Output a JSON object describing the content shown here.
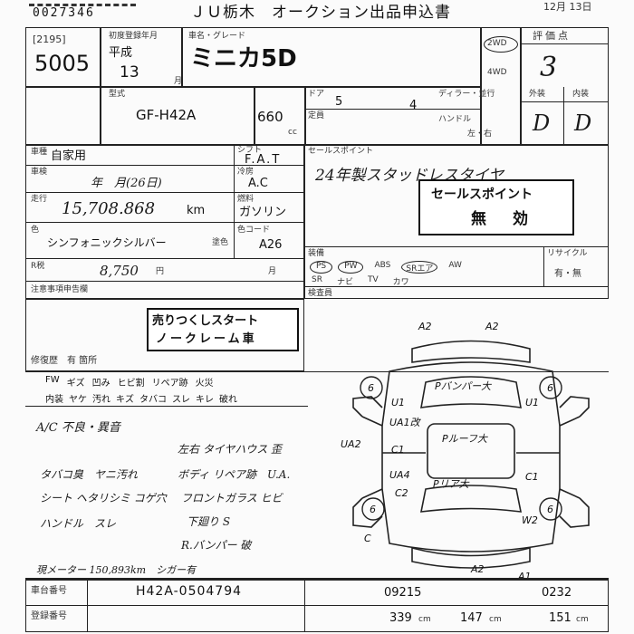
{
  "header": {
    "serial": "0027346",
    "title": "ＪＵ栃木　オークション出品申込書",
    "date_right": "12月 13日"
  },
  "lot": {
    "code": "[2195]",
    "number": "5005"
  },
  "first_reg": {
    "label": "初度登録年月",
    "era": "平成",
    "year": "13",
    "month_unit": "月"
  },
  "car_name": {
    "label": "車名・グレード",
    "value": "ミニカ5D"
  },
  "drive": {
    "two": "2WD",
    "four": "4WD"
  },
  "score": {
    "label": "評価点",
    "value": "3"
  },
  "model": {
    "label": "型式",
    "value": "GF-H42A"
  },
  "displacement": {
    "value": "660",
    "unit": "cc"
  },
  "doors": {
    "label": "ドア",
    "value": "5"
  },
  "seats": {
    "label": "定員",
    "value": "4"
  },
  "dealer_label": "ディラー・並行",
  "handle": {
    "label": "ハンドル",
    "value": "左・右"
  },
  "exterior_label": "外装",
  "interior_label": "内装",
  "ext_grade": "D",
  "int_grade": "D",
  "usage": {
    "label": "車種",
    "value": "自家用"
  },
  "shift": {
    "label": "シフト",
    "value": "F.A.T"
  },
  "inspection": {
    "label": "車検",
    "value": "年　月(26日)"
  },
  "ac": {
    "label": "冷房",
    "value": "A.C"
  },
  "mileage": {
    "label": "走行",
    "value": "15,708.868",
    "unit": "km"
  },
  "fuel": {
    "label": "燃料",
    "value": "ガソリン"
  },
  "color": {
    "label": "色",
    "value": "シンフォニックシルバー",
    "paint_label": "塗色",
    "code_label": "色コード",
    "code": "A26"
  },
  "tax": {
    "label": "R税",
    "value": "8,750",
    "unit": "円",
    "month": "月"
  },
  "notice_label": "注意事項申告欄",
  "sales_point_label": "セールスポイント",
  "sales_point_text": "24年製スタッドレスタイヤ",
  "sales_stamp": {
    "line1": "セールスポイント",
    "line2": "無　効"
  },
  "equipment": {
    "label": "装備",
    "row1": [
      "PS",
      "PW",
      "ABS",
      "SRエア"
    ],
    "row2": [
      "SR",
      "ナビ",
      "TV",
      "カワ"
    ],
    "aw": "AW",
    "recycle_label": "リサイクル",
    "recycle_value": "有・無"
  },
  "sell_stamp": {
    "line1": "売りつくしスタート",
    "line2": "ノークレーム車"
  },
  "repair_label": "修復歴",
  "repair_value": "有 箇所",
  "inspect_label": "検査員",
  "checklist": {
    "row1": [
      "FW",
      "ギズ",
      "凹み",
      "ヒビ割",
      "リペア跡",
      "火災"
    ],
    "row2": [
      "内装",
      "ヤケ",
      "汚れ",
      "キズ",
      "タバコ",
      "スレ",
      "キレ",
      "破れ"
    ]
  },
  "notes": [
    "A/C 不良・異音",
    "左右 タイヤハウス 歪",
    "タバコ臭　ヤニ汚れ",
    "ボディ リペア跡　U.A.",
    "シート ヘタリシミ コゲ穴",
    "フロントガラス ヒビ",
    "ハンドル　スレ",
    "下廻り S",
    "R.バンパー 破",
    "現メーター 150,893km　シガー有"
  ],
  "diagram_labels": {
    "a2_left": "A2",
    "a2_right": "A2",
    "p_large": "Pバンパー大",
    "ua1": "UA1改",
    "p_center": "Pルーフ大",
    "c1a": "C1",
    "c1b": "C1",
    "ua2": "UA2",
    "ua4": "UA4",
    "c2": "C2",
    "p_rear": "Pリア大",
    "u1a": "U1",
    "u1b": "U1",
    "w2": "W2",
    "a2_bottom": "A2",
    "a1": "A1",
    "c": "C",
    "tire1": "6",
    "tire2": "6",
    "tire3": "6",
    "tire4": "6"
  },
  "chassis": {
    "label": "車台番号",
    "value": "H42A-0504794"
  },
  "bottom_codes": {
    "c1": "09215",
    "c2": "0232"
  },
  "dimensions": {
    "length": "339",
    "width": "147",
    "height": "151",
    "unit_cm": "cm"
  },
  "owner_label": "登録番号"
}
